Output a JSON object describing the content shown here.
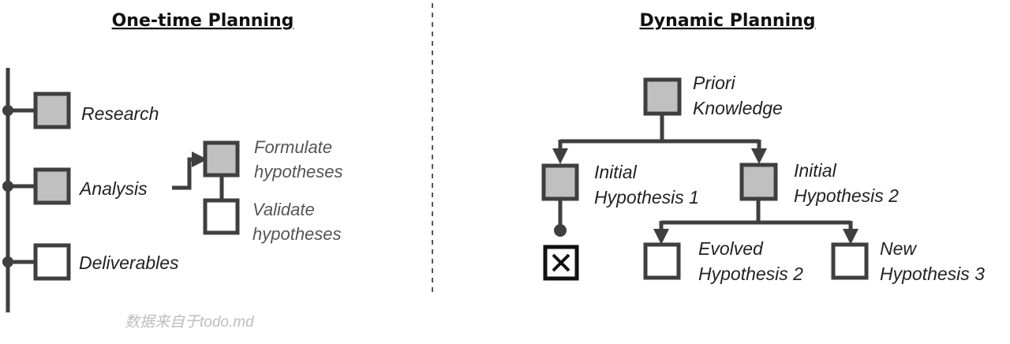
{
  "left_panel": {
    "title": "One-time Planning",
    "steps": [
      {
        "label": "Research",
        "filled": true
      },
      {
        "label": "Analysis",
        "filled": true
      },
      {
        "label": "Deliverables",
        "filled": false
      }
    ],
    "sub_steps": [
      {
        "line1": "Formulate",
        "line2": "hypotheses",
        "filled": true
      },
      {
        "line1": "Validate",
        "line2": "hypotheses",
        "filled": false
      }
    ]
  },
  "right_panel": {
    "title": "Dynamic Planning",
    "root": {
      "line1": "Priori",
      "line2": "Knowledge",
      "filled": true
    },
    "level1": [
      {
        "line1": "Initial",
        "line2": "Hypothesis 1",
        "filled": true
      },
      {
        "line1": "Initial",
        "line2": "Hypothesis 2",
        "filled": true
      }
    ],
    "rejected_mark": "✕",
    "level2": [
      {
        "line1": "Evolved",
        "line2": "Hypothesis 2",
        "filled": false
      },
      {
        "line1": "New",
        "line2": "Hypothesis 3",
        "filled": false
      }
    ]
  },
  "source_note": "数据来自于todo.md",
  "colors": {
    "line": "#3f3f3f",
    "filled_box": "#c0c0c0",
    "empty_box": "#ffffff",
    "divider": "#555555"
  }
}
